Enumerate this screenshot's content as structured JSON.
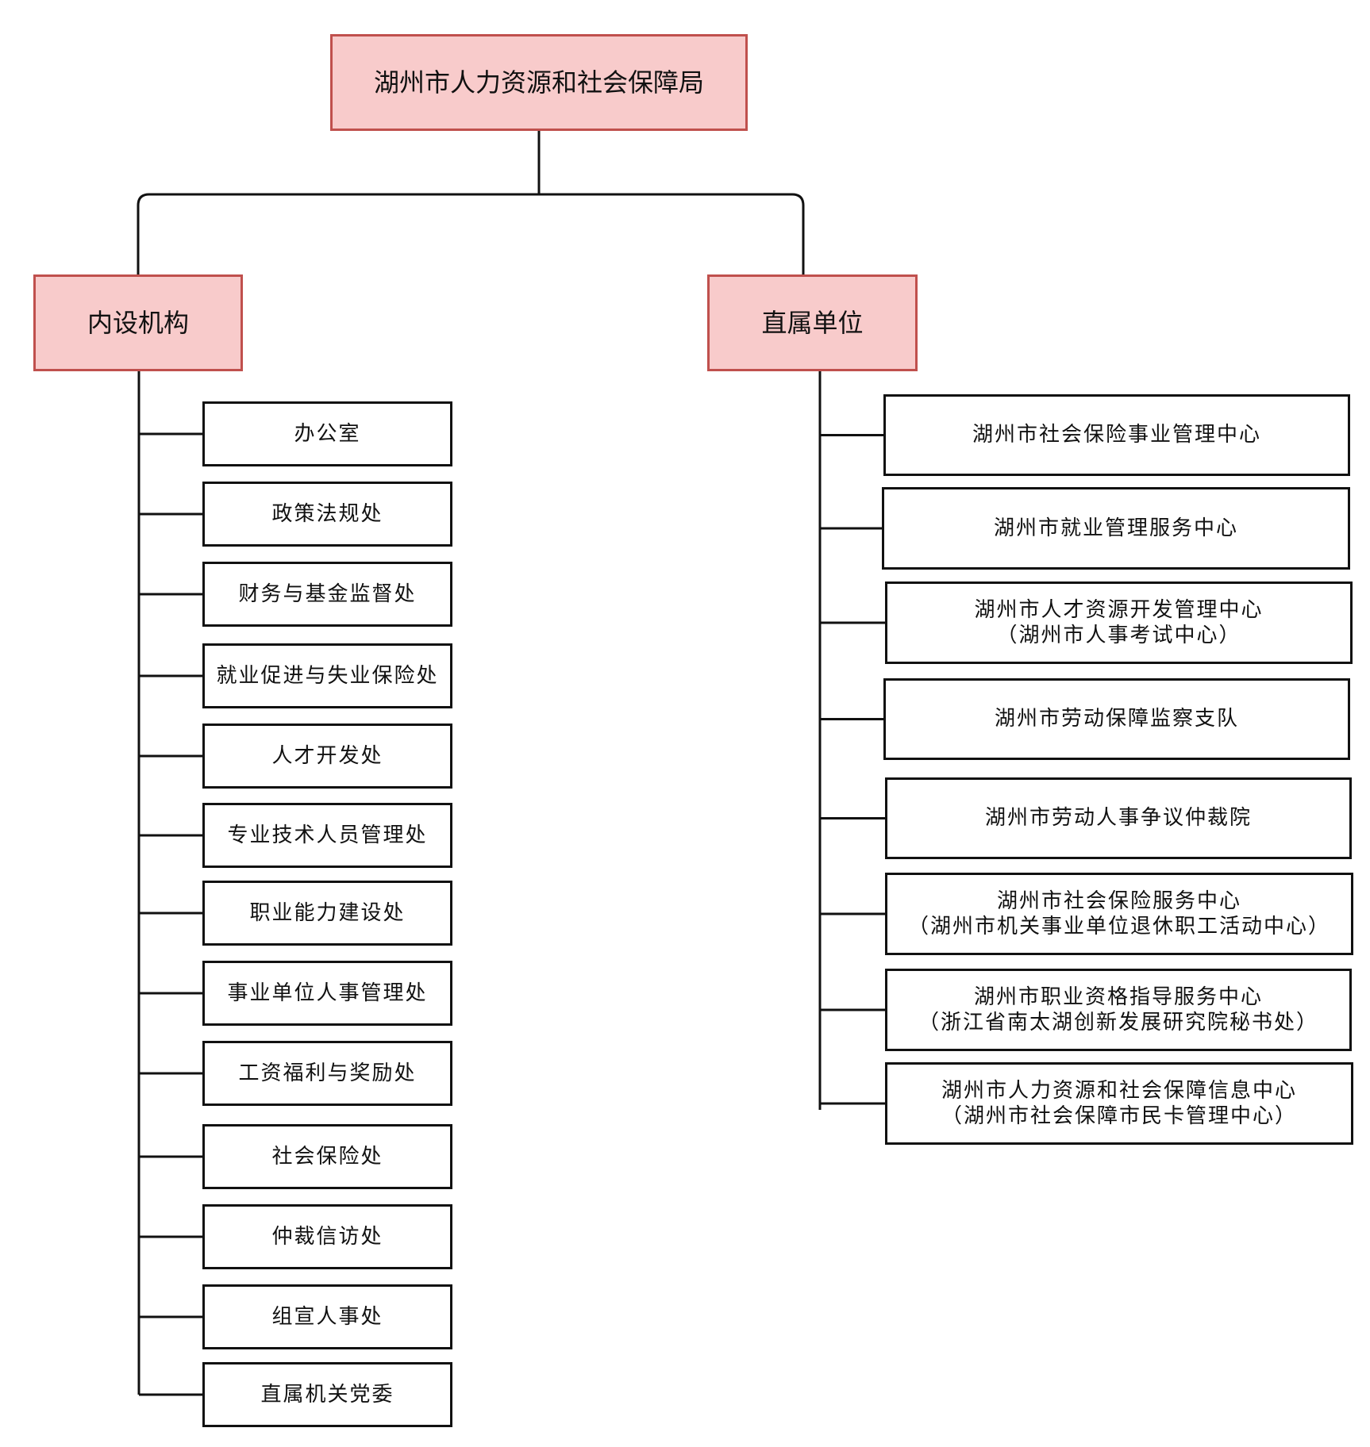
{
  "root": {
    "name": "湖州市人力资源和社会保障局"
  },
  "branches": {
    "internal": {
      "title": "内设机构"
    },
    "direct": {
      "title": "直属单位"
    }
  },
  "departments": [
    "办公室",
    "政策法规处",
    "财务与基金监督处",
    "就业促进与失业保险处",
    "人才开发处",
    "专业技术人员管理处",
    "职业能力建设处",
    "事业单位人事管理处",
    "工资福利与奖励处",
    "社会保险处",
    "仲裁信访处",
    "组宣人事处",
    "直属机关党委"
  ],
  "units": [
    {
      "line1": "湖州市社会保险事业管理中心",
      "line2": ""
    },
    {
      "line1": "湖州市就业管理服务中心",
      "line2": ""
    },
    {
      "line1": "湖州市人才资源开发管理中心",
      "line2": "（湖州市人事考试中心）"
    },
    {
      "line1": "湖州市劳动保障监察支队",
      "line2": ""
    },
    {
      "line1": "湖州市劳动人事争议仲裁院",
      "line2": ""
    },
    {
      "line1": "湖州市社会保险服务中心",
      "line2": "（湖州市机关事业单位退休职工活动中心）"
    },
    {
      "line1": "湖州市职业资格指导服务中心",
      "line2": "（浙江省南太湖创新发展研究院秘书处）"
    },
    {
      "line1": "湖州市人力资源和社会保障信息中心",
      "line2": "（湖州市社会保障市民卡管理中心）"
    }
  ],
  "colors": {
    "header_fill": "#f8cbcb",
    "header_border": "#c0504d",
    "line": "#111111"
  }
}
